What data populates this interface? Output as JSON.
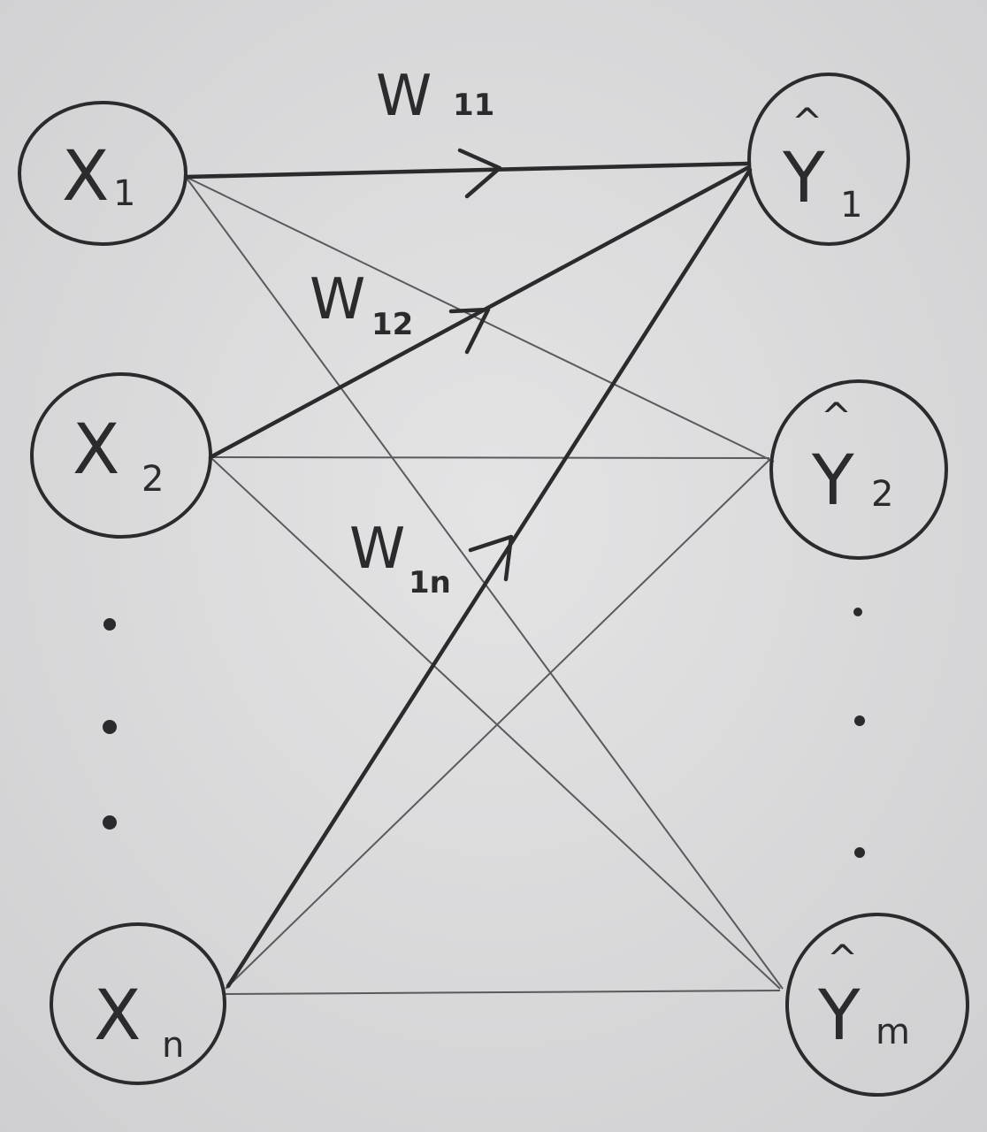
{
  "diagram": {
    "inputs": [
      {
        "id": "x1",
        "main": "X",
        "sub": "1"
      },
      {
        "id": "x2",
        "main": "X",
        "sub": "2"
      },
      {
        "id": "xn",
        "main": "X",
        "sub": "n"
      }
    ],
    "outputs": [
      {
        "id": "y1",
        "hat": "^",
        "main": "Y",
        "sub": "1"
      },
      {
        "id": "y2",
        "hat": "^",
        "main": "Y",
        "sub": "2"
      },
      {
        "id": "ym",
        "hat": "^",
        "main": "Y",
        "sub": "m"
      }
    ],
    "weights": [
      {
        "id": "w11",
        "main": "W",
        "sub": "11"
      },
      {
        "id": "w12",
        "main": "W",
        "sub": "12"
      },
      {
        "id": "w1n",
        "main": "W",
        "sub": "1n"
      }
    ],
    "ellipsis": "⋮",
    "edges": {
      "highlighted": [
        [
          "x1",
          "y1"
        ],
        [
          "x2",
          "y1"
        ],
        [
          "xn",
          "y1"
        ]
      ],
      "regular": [
        [
          "x1",
          "y2"
        ],
        [
          "x1",
          "ym"
        ],
        [
          "x2",
          "y2"
        ],
        [
          "x2",
          "ym"
        ],
        [
          "xn",
          "y2"
        ],
        [
          "xn",
          "ym"
        ]
      ]
    },
    "colors": {
      "paper": "#d9d9da",
      "ink": "#2b2b2d",
      "thin_ink": "#5a5a5e"
    }
  }
}
